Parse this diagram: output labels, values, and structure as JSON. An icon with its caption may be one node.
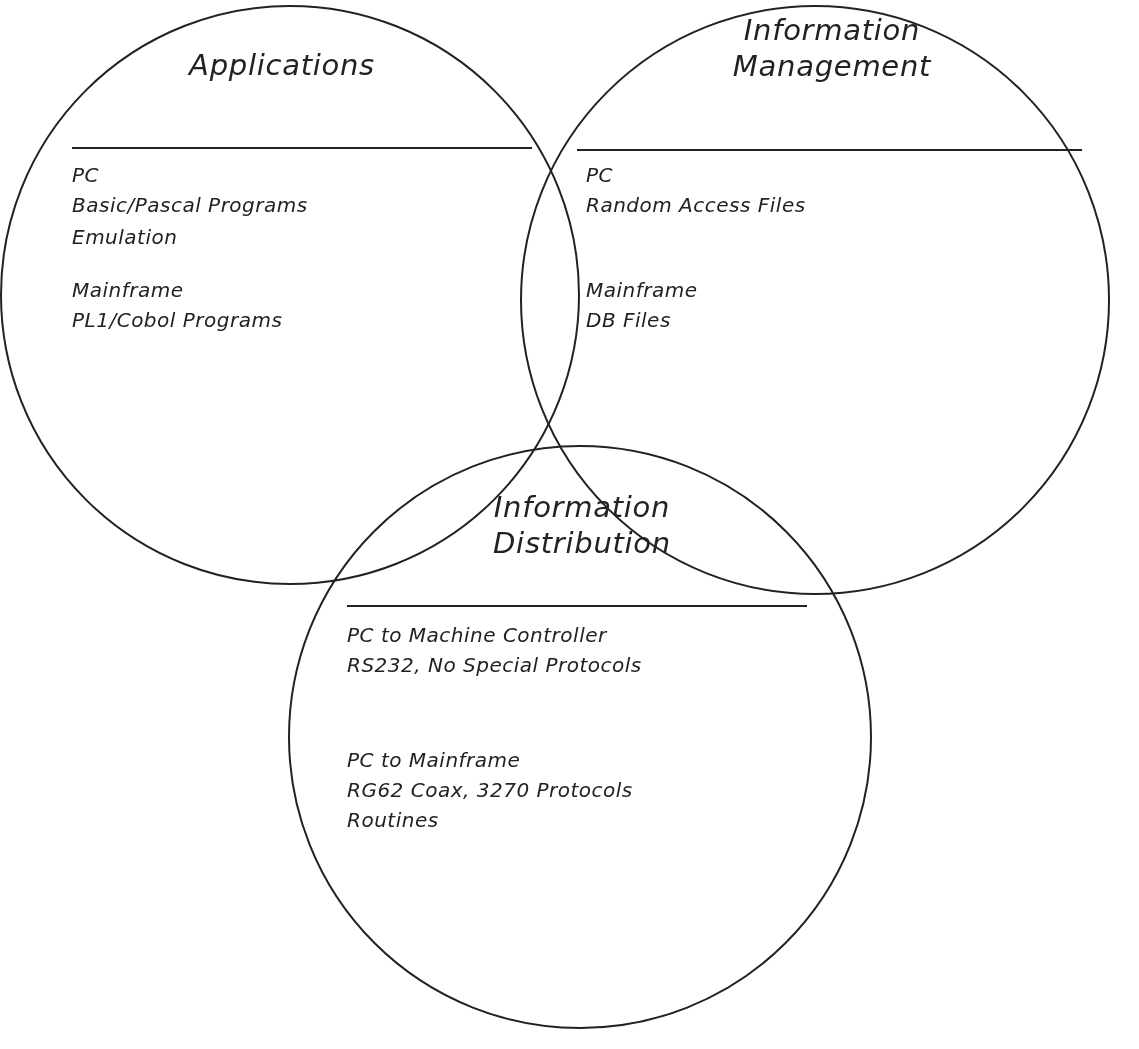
{
  "diagram": {
    "nodes": [
      {
        "text": [
          "Applications",
          "PC",
          "Basic/Pascal Programs",
          "Emulation",
          "Mainframe",
          "PL1/Cobol Programs"
        ]
      },
      {
        "text": [
          "Information Management",
          "PC",
          "Random Access Files",
          "Mainframe",
          "DB Files"
        ]
      },
      {
        "text": [
          "Information Distribution",
          "PC to Machine Controller",
          "RS232, No Special Protocols",
          "PC to Mainframe",
          "RG62 Coax, 3270 Protocols",
          "Routines"
        ]
      }
    ]
  }
}
